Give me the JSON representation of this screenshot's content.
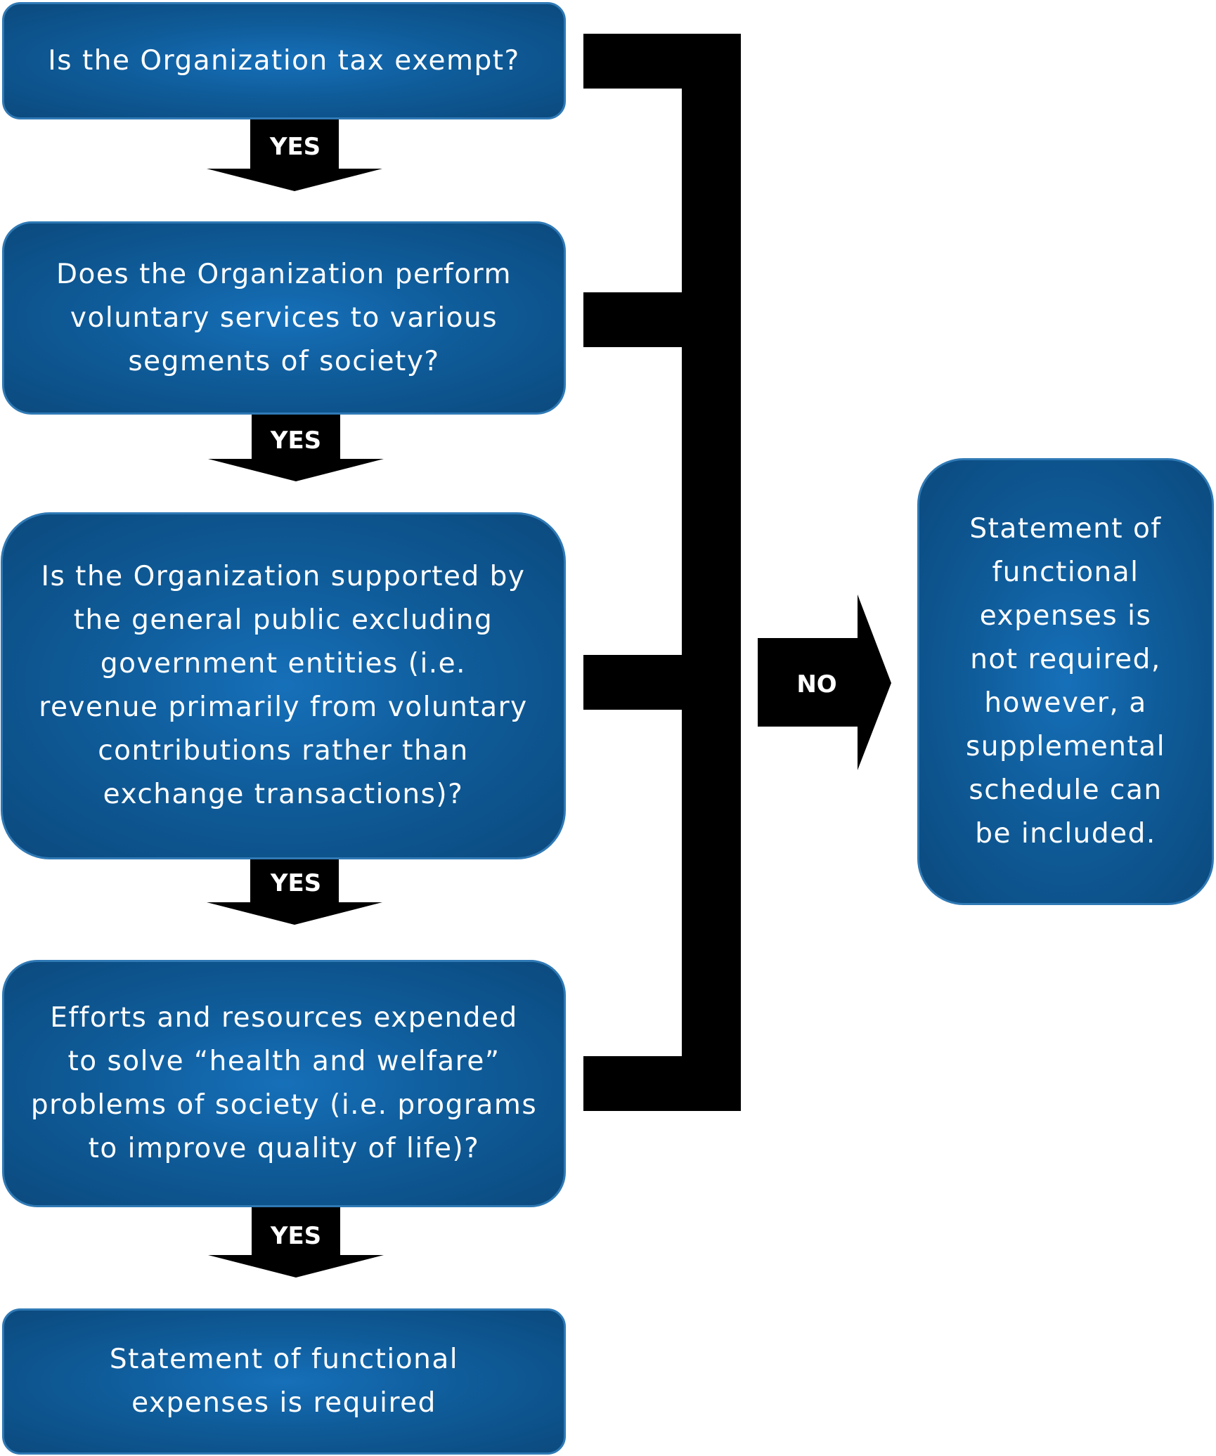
{
  "questions": [
    {
      "text": "Is the Organization tax exempt?"
    },
    {
      "text": "Does the Organization perform\nvoluntary services to various\nsegments of society?"
    },
    {
      "text": "Is the Organization supported by\nthe general public excluding\ngovernment entities (i.e.\nrevenue primarily from voluntary\ncontributions  rather than\nexchange transactions)?"
    },
    {
      "text": "Efforts and resources expended\nto solve “health and welfare”\nproblems of society (i.e. programs\nto improve quality of life)?"
    }
  ],
  "outcomes": {
    "required": "Statement of functional\nexpenses is required",
    "not_required": "Statement of\nfunctional\nexpenses is\nnot required,\nhowever, a\nsupplemental\nschedule can\nbe included."
  },
  "labels": {
    "yes": "YES",
    "no": "NO"
  },
  "colors": {
    "box_fill": "#0f5c9a",
    "box_border": "#2f79b5",
    "arrow": "#000000",
    "text": "#ffffff"
  }
}
